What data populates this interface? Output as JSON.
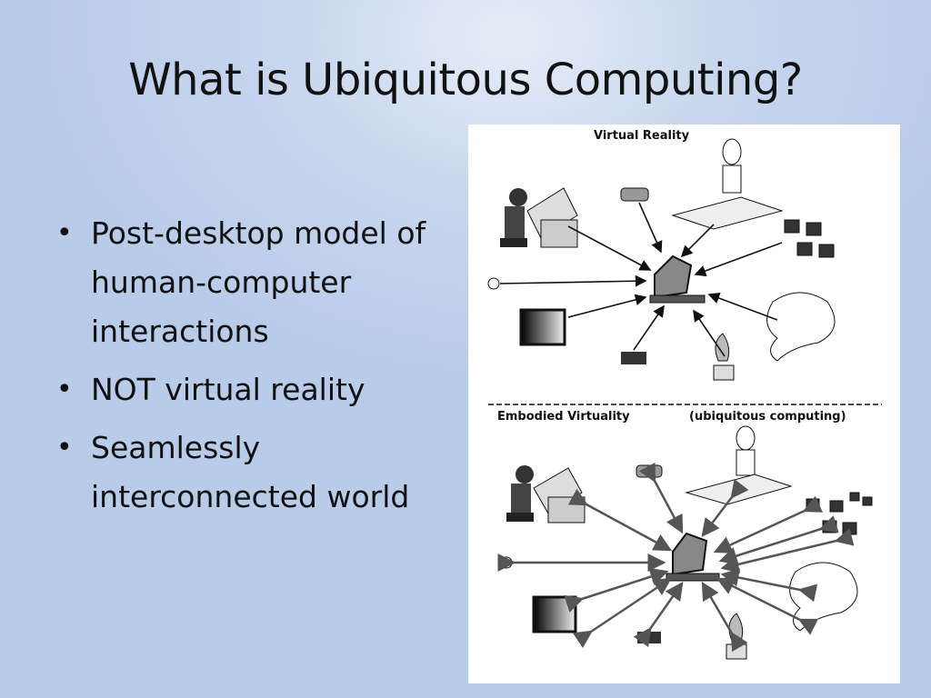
{
  "slide": {
    "title": "What is Ubiquitous Computing?",
    "bullets": [
      "Post-desktop model of human-computer interactions",
      "NOT virtual reality",
      "Seamlessly interconnected world"
    ]
  },
  "figure": {
    "top_label": "Virtual Reality",
    "bottom_left_label": "Embodied Virtuality",
    "bottom_right_label": "(ubiquitous computing)"
  },
  "colors": {
    "background": "#c2d3ed",
    "text": "#111111",
    "figure_bg": "#ffffff"
  }
}
